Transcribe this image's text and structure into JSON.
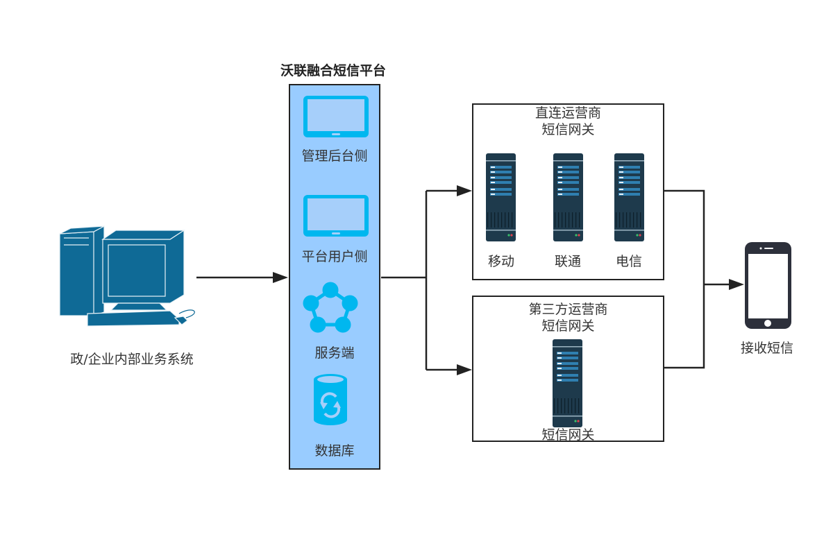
{
  "diagram": {
    "client": {
      "label": "政/企业内部业务系统",
      "icon": "desktop-computer-icon"
    },
    "platform": {
      "title": "沃联融合短信平台",
      "components": [
        {
          "label": "管理后台侧",
          "icon": "tablet-icon"
        },
        {
          "label": "平台用户侧",
          "icon": "tablet-icon"
        },
        {
          "label": "服务端",
          "icon": "network-nodes-icon"
        },
        {
          "label": "数据库",
          "icon": "database-sync-icon"
        }
      ]
    },
    "direct_gateway": {
      "title_line1": "直连运营商",
      "title_line2": "短信网关",
      "servers": [
        {
          "label": "移动",
          "icon": "server-icon"
        },
        {
          "label": "联通",
          "icon": "server-icon"
        },
        {
          "label": "电信",
          "icon": "server-icon"
        }
      ]
    },
    "third_party_gateway": {
      "title_line1": "第三方运营商",
      "title_line2": "短信网关",
      "servers": [
        {
          "label": "短信网关",
          "icon": "server-icon"
        }
      ]
    },
    "receiver": {
      "label": "接收短信",
      "icon": "smartphone-icon"
    },
    "colors": {
      "platform_fill": "#99ccff",
      "platform_icon": "#00b7ef",
      "computer": "#0f6a96",
      "server_body": "#1e3a4c",
      "server_slot": "#2f7fb0",
      "phone": "#2d303b",
      "line": "#222222"
    }
  }
}
